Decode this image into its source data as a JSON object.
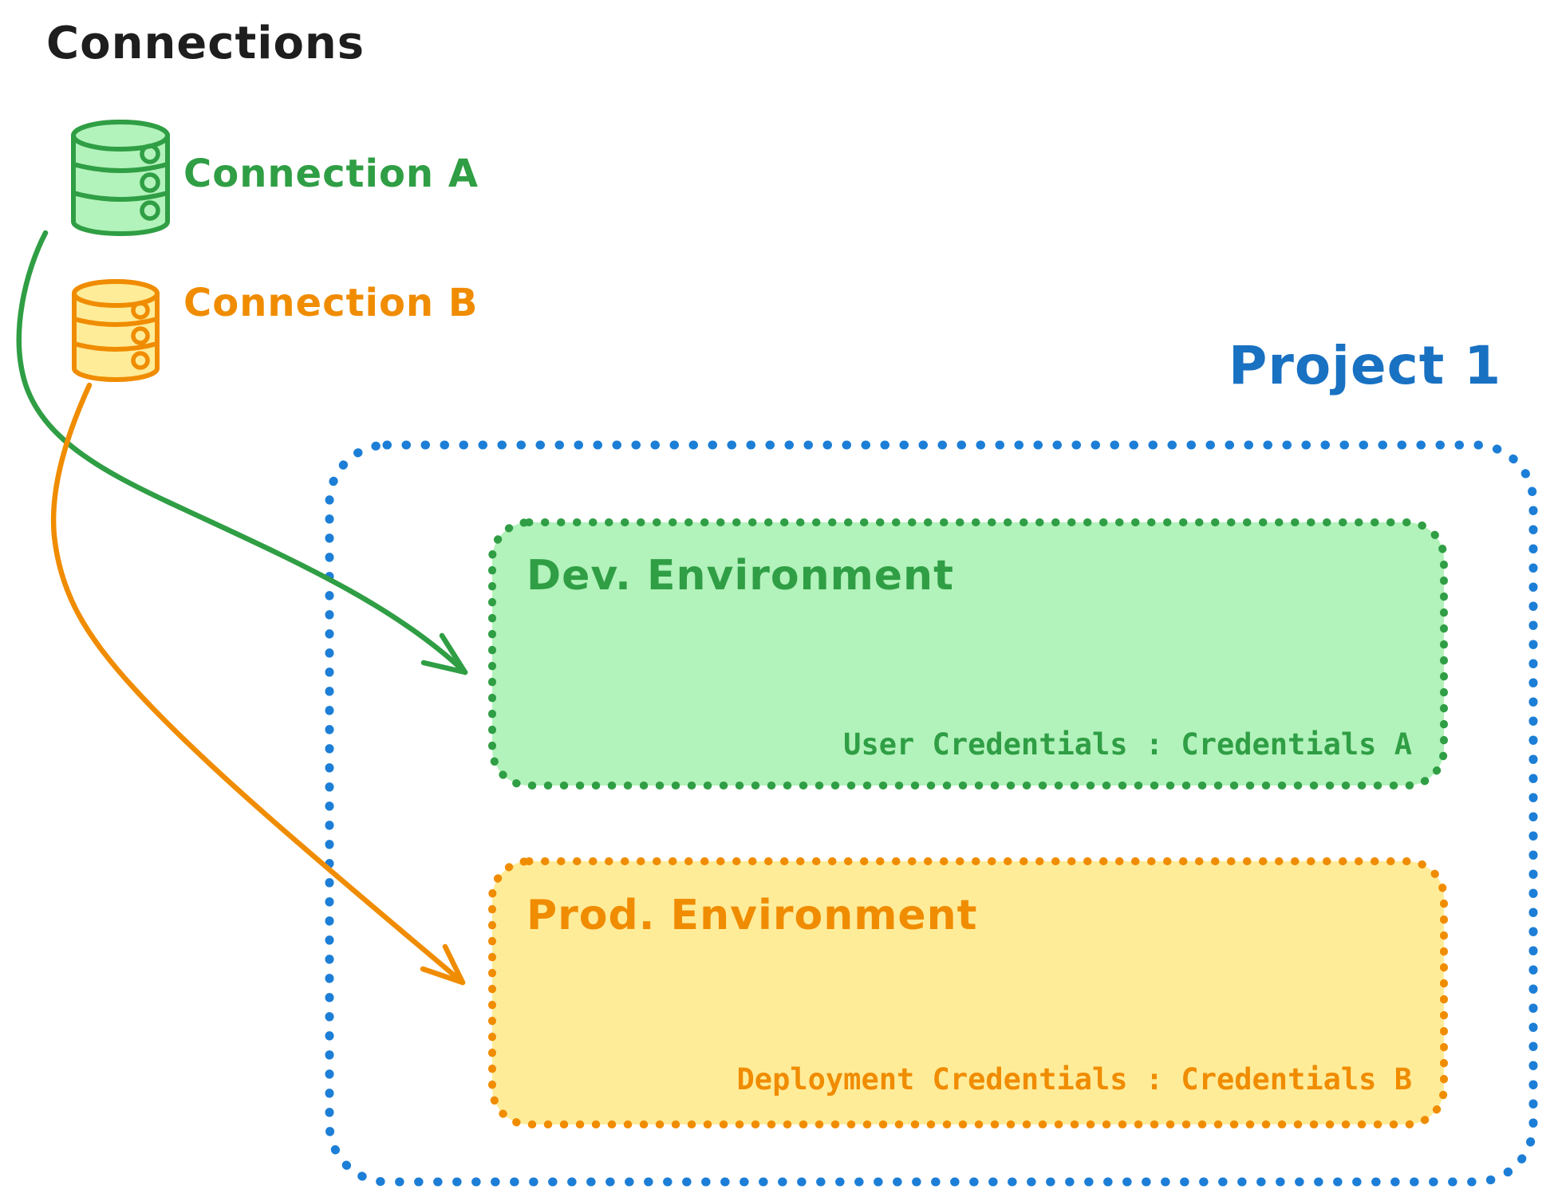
{
  "title": "Connections",
  "colors": {
    "text": "#1e1e1e",
    "green_stroke": "#2f9e44",
    "green_fill": "#b2f2bb",
    "orange_stroke": "#f08c00",
    "orange_fill": "#ffec99",
    "blue_border": "#1c7ed6",
    "blue_title": "#1971c2",
    "background": "#ffffff"
  },
  "connections": [
    {
      "label": "Connection A",
      "icon": "database-cylinder",
      "stroke": "#2f9e44",
      "fill": "#b2f2bb"
    },
    {
      "label": "Connection B",
      "icon": "database-cylinder",
      "stroke": "#f08c00",
      "fill": "#ffec99"
    }
  ],
  "project": {
    "title": "Project 1",
    "border_color": "#1c7ed6",
    "title_color": "#1971c2",
    "environments": [
      {
        "name": "Dev. Environment",
        "credentials_label": "User Credentials : Credentials A",
        "stroke": "#2f9e44",
        "fill": "#b2f2bb"
      },
      {
        "name": "Prod. Environment",
        "credentials_label": "Deployment Credentials : Credentials B",
        "stroke": "#f08c00",
        "fill": "#ffec99"
      }
    ]
  },
  "arrows": [
    {
      "name": "connection-a-to-dev",
      "color": "#2f9e44"
    },
    {
      "name": "connection-b-to-prod",
      "color": "#f08c00"
    }
  ]
}
